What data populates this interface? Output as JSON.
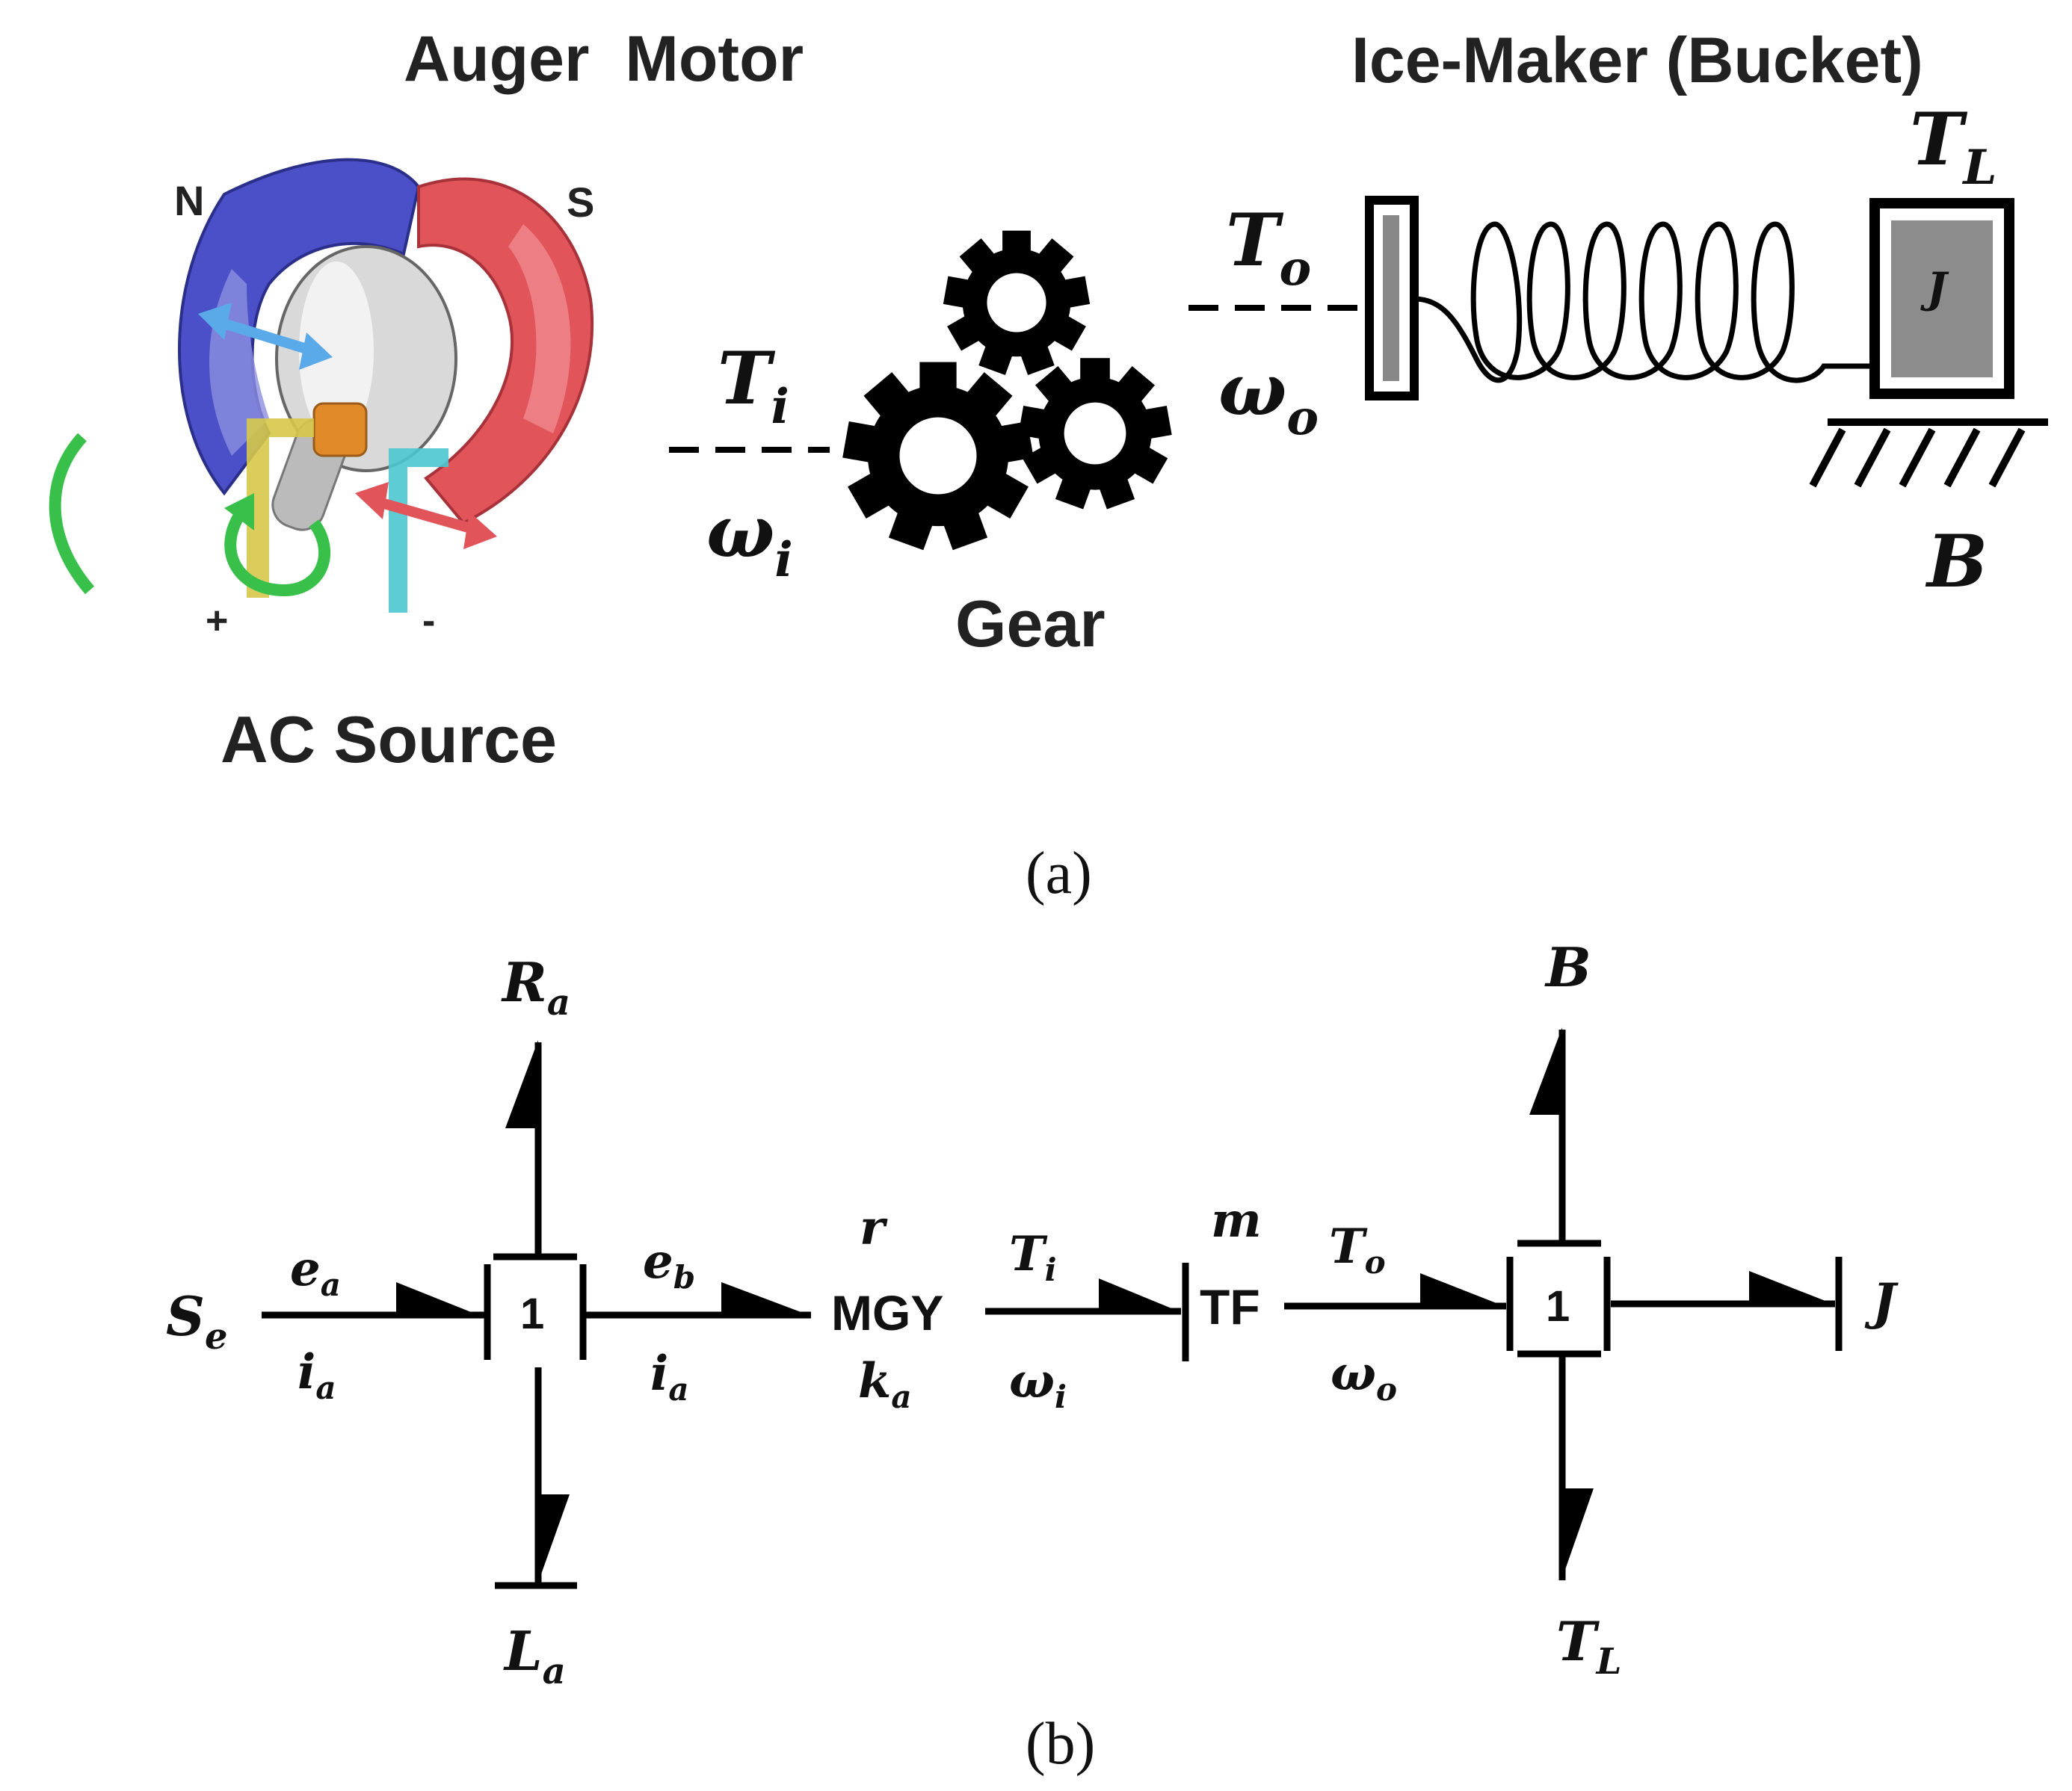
{
  "panel_a": {
    "caption": "(a)",
    "title_motor": "Auger  Motor",
    "title_icemaker": "Ice-Maker (Bucket)",
    "pole_n": "N",
    "pole_s": "S",
    "plus": "+",
    "minus": "-",
    "ac_source": "AC Source",
    "gear": "Gear",
    "t_in": "T",
    "t_in_sub": "i",
    "w_in": "ω",
    "w_in_sub": "i",
    "t_out": "T",
    "t_out_sub": "o",
    "w_out": "ω",
    "w_out_sub": "o",
    "t_load": "T",
    "t_load_sub": "L",
    "inertia": "J",
    "damping": "B",
    "colors": {
      "north": "#4b4fc8",
      "south": "#e0545a",
      "commutator": "#e08a2a",
      "brush_left": "#d6c84a",
      "brush_right": "#4cc6d0",
      "arrow_green": "#39c04a"
    }
  },
  "panel_b": {
    "caption": "(b)",
    "source": "S",
    "source_sub": "e",
    "ea": "e",
    "ea_sub": "a",
    "ia1": "i",
    "ia1_sub": "a",
    "j1": "1",
    "ra": "R",
    "ra_sub": "a",
    "la": "L",
    "la_sub": "a",
    "eb": "e",
    "eb_sub": "b",
    "ia2": "i",
    "ia2_sub": "a",
    "mgy_r": "r",
    "mgy": "MGY",
    "mgy_k": "k",
    "mgy_k_sub": "a",
    "ti": "T",
    "ti_sub": "i",
    "wi": "ω",
    "wi_sub": "i",
    "tf_m": "m",
    "tf": "TF",
    "to": "T",
    "to_sub": "o",
    "wo": "ω",
    "wo_sub": "o",
    "j2": "1",
    "b": "B",
    "tl": "T",
    "tl_sub": "L",
    "j": "J"
  }
}
